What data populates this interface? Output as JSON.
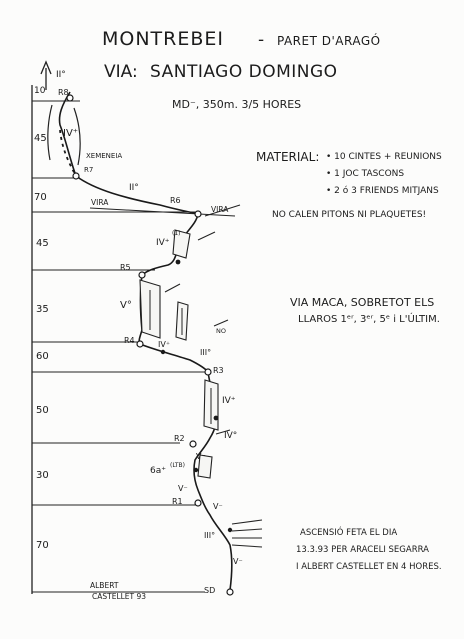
{
  "header": {
    "title": "MONTREBEI",
    "dash": "-",
    "subtitle": "PARET D'ARAGÓ",
    "route_prefix": "VIA:",
    "route_name": "SANTIAGO DOMINGO",
    "grade_info": "MD⁻, 350m. 3/5 HORES"
  },
  "material": {
    "label": "MATERIAL:",
    "items": [
      "• 10 CINTES + REUNIONS",
      "• 1 JOC TASCONS",
      "• 2 ó 3 FRIENDS MITJANS"
    ],
    "note": "NO CALEN PITONS NI PLAQUETES!"
  },
  "comment": {
    "line1": "VIA MACA, SOBRETOT ELS",
    "line2": "LLAROS 1ᵉʳ, 3ᵉʳ, 5ᵉ i L'ÚLTIM."
  },
  "ascent": {
    "line1": "ASCENSIÓ FETA EL DIA",
    "line2": "13.3.93 PER ARACELI SEGARRA",
    "line3": "I ALBERT CASTELLET EN 4 HORES."
  },
  "signature": {
    "line1": "ALBERT",
    "line2": "CASTELLET 93"
  },
  "pitch_lengths": [
    "10",
    "45",
    "70",
    "45",
    "35",
    "60",
    "50",
    "30",
    "70"
  ],
  "belays": [
    "R8",
    "R7",
    "R6",
    "R5",
    "R4",
    "R3",
    "R2",
    "R1",
    "SD"
  ],
  "grades": {
    "top": "II°",
    "p8": "IV⁺",
    "p7": "II°",
    "p5": "IV⁺",
    "p4": "V°",
    "p4b": "IV⁺",
    "p4c": "III°",
    "p3": "IV⁺",
    "p2": "IV°",
    "p2b": "V⁻",
    "p1": "6a⁺",
    "p1b": "V⁻",
    "p1c": "V⁻",
    "start": "III°",
    "start2": "V⁻"
  },
  "labels": {
    "xemeneia": "XEMENEIA",
    "vira_left": "VIRA",
    "vira_right": "VIRA",
    "no": "NO",
    "one": "(1)",
    "ltb": "(LTB)"
  }
}
